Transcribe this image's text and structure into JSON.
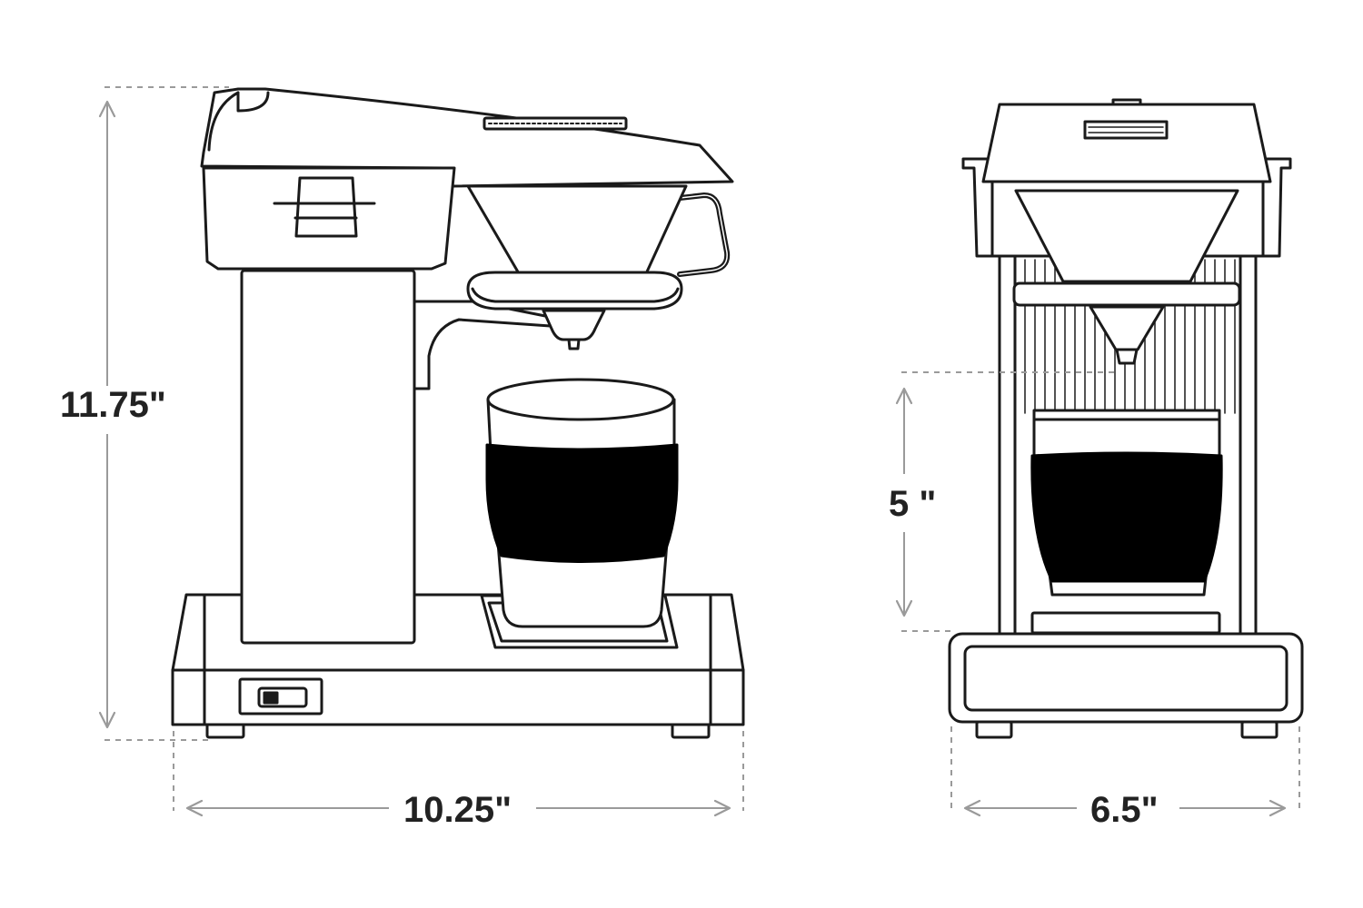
{
  "dimensions": {
    "height": "11.75\"",
    "cup_clearance": "5 \"",
    "width": "10.25\"",
    "depth": "6.5\""
  },
  "colors": {
    "outline": "#1a1a1a",
    "fill": "#ffffff",
    "sleeve": "#000000",
    "dimension_lines": "#9a9a9a",
    "label_text": "#222222"
  }
}
